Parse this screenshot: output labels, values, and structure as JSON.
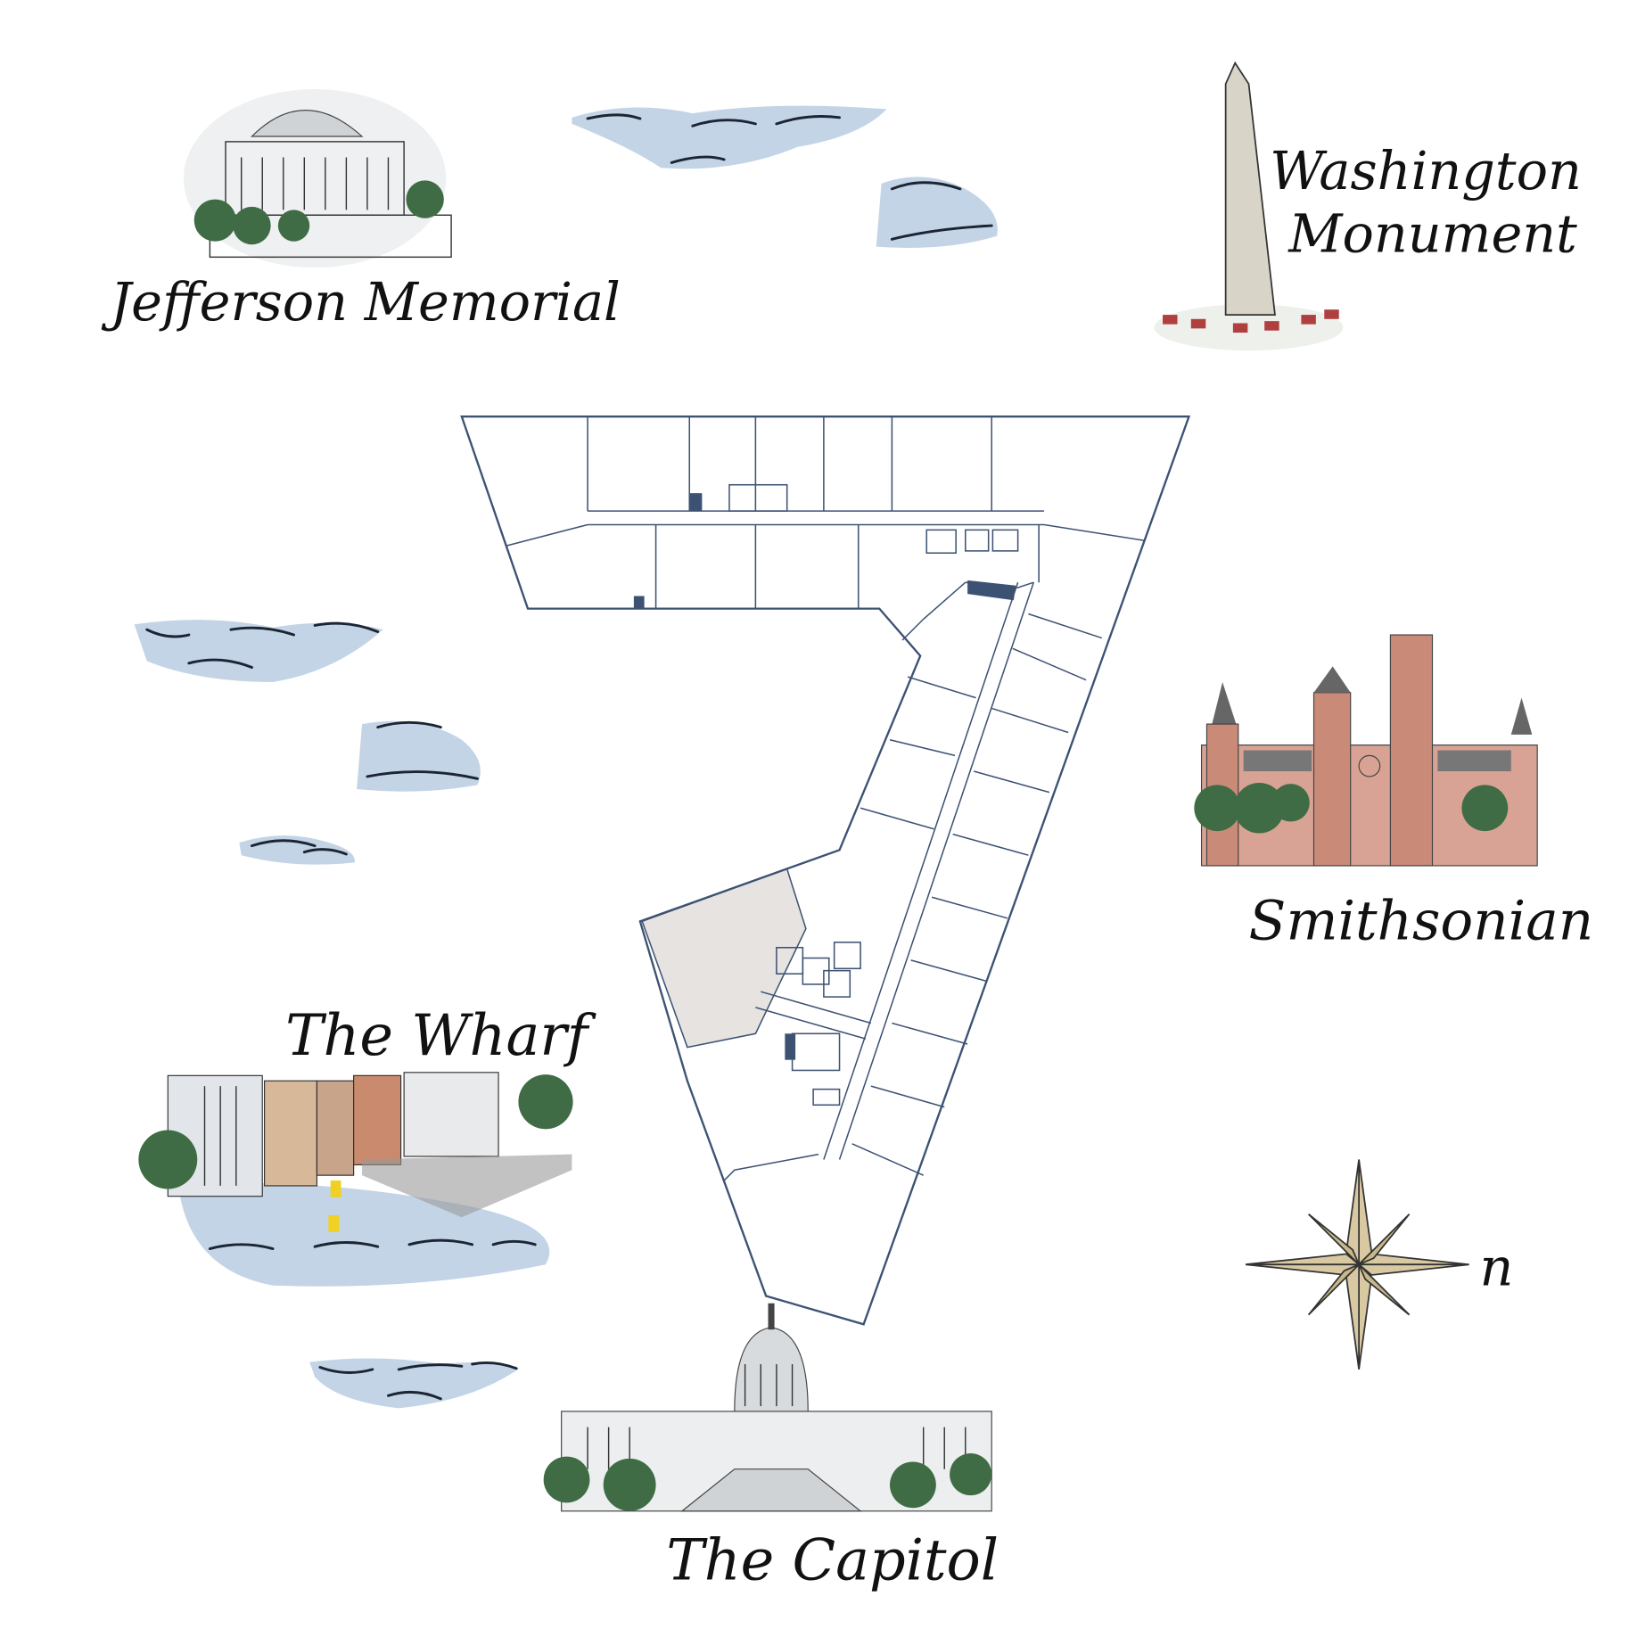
{
  "landmarks": [
    {
      "id": "jefferson",
      "label": "Jefferson Memorial"
    },
    {
      "id": "washington",
      "label_line1": "Washington",
      "label_line2": "Monument"
    },
    {
      "id": "smithsonian",
      "label": "Smithsonian"
    },
    {
      "id": "wharf",
      "label": "The Wharf"
    },
    {
      "id": "capitol",
      "label": "The Capitol"
    }
  ],
  "compass": {
    "north_label": "n"
  },
  "colors": {
    "walls": "#3d5273",
    "highlight_room": "#e6e3e0",
    "water": "#b9cde2",
    "compass": "#d8c9a3"
  }
}
